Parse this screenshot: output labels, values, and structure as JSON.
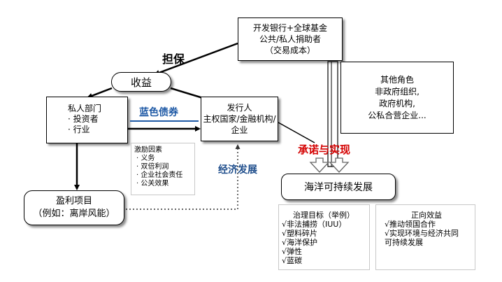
{
  "nodes": {
    "dev_bank": {
      "lines": [
        "开发银行+全球基金",
        "公共/私人捐助者",
        "（交易成本）"
      ]
    },
    "revenue": {
      "label": "收益"
    },
    "private_sector": {
      "title": "私人部门",
      "items": [
        "· 投资者",
        "·  行业"
      ]
    },
    "issuer": {
      "lines": [
        "发行人",
        "主权国家/金融机构/",
        "企业"
      ]
    },
    "other_roles": {
      "lines": [
        "其他角色",
        "非政府组织,",
        "政府机构,",
        "公私合营企业..."
      ]
    },
    "incentives": {
      "title": "激励因素",
      "items": [
        "· 义务",
        "· 双倍利润",
        "· 企业社会责任",
        "· 公关效果"
      ]
    },
    "profit_project": {
      "lines": [
        "盈利项目",
        "（例如：离岸风能）"
      ]
    },
    "ocean": {
      "label": "海洋可持续发展"
    },
    "governance": {
      "title": "治理目标（举例）",
      "items": [
        "√非法捕捞（IUU）",
        "√塑料碎片",
        "√海洋保护",
        "√弹性",
        "√蓝碳"
      ]
    },
    "positive": {
      "title": "正向效益",
      "items": [
        "√推动领国合作",
        "√实现环境与经济共同",
        "可持续发展"
      ]
    }
  },
  "edge_labels": {
    "guarantee": "担保",
    "blue_bond": "蓝色债券",
    "economic_development": "经济发展",
    "commitment": "承诺与实现"
  },
  "colors": {
    "blue_bond": "#1f5aa6",
    "economic_development": "#1f4e8c",
    "commitment": "#d40000",
    "gray_border": "#c8c8c8"
  }
}
